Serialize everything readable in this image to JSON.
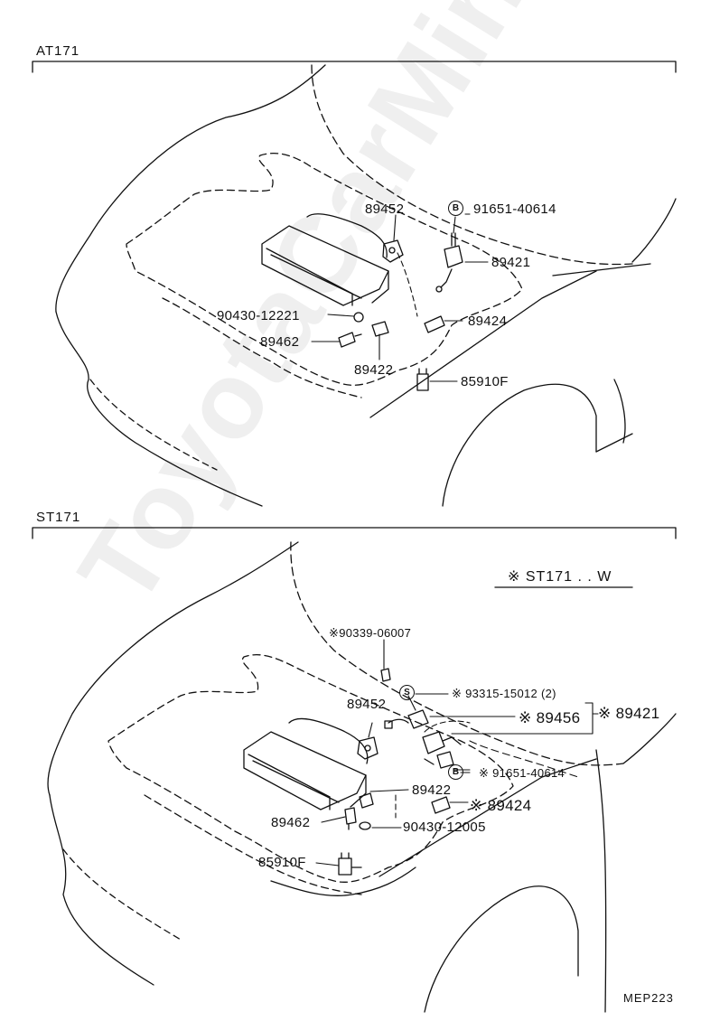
{
  "sections": {
    "top_title": "AT171",
    "bottom_title": "ST171"
  },
  "variant_note": "※ ST171 . . W",
  "page_code": "MEP223",
  "watermark": "ToyotaCarMine.ru",
  "top": {
    "p89452": "89452",
    "b_mark": "B",
    "p91651": "91651-40614",
    "p89421": "89421",
    "p90430": "90430-12221",
    "p89424": "89424",
    "p89462": "89462",
    "p89422": "89422",
    "p85910F": "85910F"
  },
  "bottom": {
    "p90339": "※90339-06007",
    "s_mark": "S",
    "p93315": "※ 93315-15012 (2)",
    "p89452": "89452",
    "p89456": "※ 89456",
    "p89421": "※ 89421",
    "b_mark": "B",
    "p91651": "※ 91651-40614",
    "p89422": "89422",
    "p89424": "※ 89424",
    "p89462": "89462",
    "p90430": "90430-12005",
    "p85910F": "85910F"
  }
}
